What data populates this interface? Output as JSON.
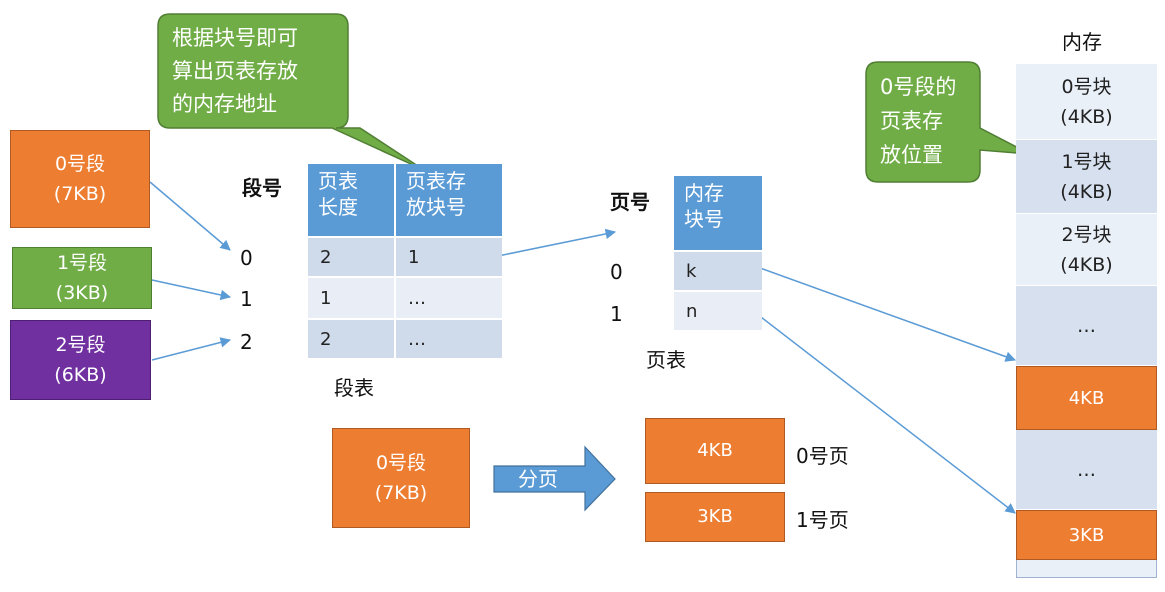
{
  "callout_top": {
    "line1": "根据块号即可",
    "line2": "算出页表存放",
    "line3": "的内存地址"
  },
  "callout_mem": {
    "line1": "0号段的",
    "line2": "页表存",
    "line3": "放位置"
  },
  "segments": [
    {
      "name": "0号段",
      "size": "(7KB)"
    },
    {
      "name": "1号段",
      "size": "(3KB)"
    },
    {
      "name": "2号段",
      "size": "(6KB)"
    }
  ],
  "segment_table": {
    "seg_no_header": "段号",
    "col1_line1": "页表",
    "col1_line2": "长度",
    "col2_line1": "页表存",
    "col2_line2": "放块号",
    "row_indices": [
      "0",
      "1",
      "2"
    ],
    "rows": [
      {
        "length": "2",
        "block": "1"
      },
      {
        "length": "1",
        "block": "…"
      },
      {
        "length": "2",
        "block": "…"
      }
    ],
    "caption": "段表"
  },
  "page_table": {
    "page_no_header": "页号",
    "col_line1": "内存",
    "col_line2": "块号",
    "row_indices": [
      "0",
      "1"
    ],
    "rows": [
      "k",
      "n"
    ],
    "caption": "页表"
  },
  "paging": {
    "segment_name": "0号段",
    "segment_size": "(7KB)",
    "arrow_label": "分页",
    "pages": [
      {
        "size": "4KB",
        "label": "0号页"
      },
      {
        "size": "3KB",
        "label": "1号页"
      }
    ]
  },
  "memory": {
    "title": "内存",
    "blocks": [
      {
        "name": "0号块",
        "size": "(4KB)"
      },
      {
        "name": "1号块",
        "size": "(4KB)"
      },
      {
        "name": "2号块",
        "size": "(4KB)"
      }
    ],
    "ellipsis1": "…",
    "page_4kb": "4KB",
    "ellipsis2": "…",
    "page_3kb": "3KB"
  },
  "colors": {
    "orange": "#ED7D31",
    "green": "#70AD47",
    "purple": "#7030A0",
    "blue_header": "#5B9BD5",
    "callout_green": "#70AD47",
    "arrow_blue": "#5B9BD5"
  }
}
